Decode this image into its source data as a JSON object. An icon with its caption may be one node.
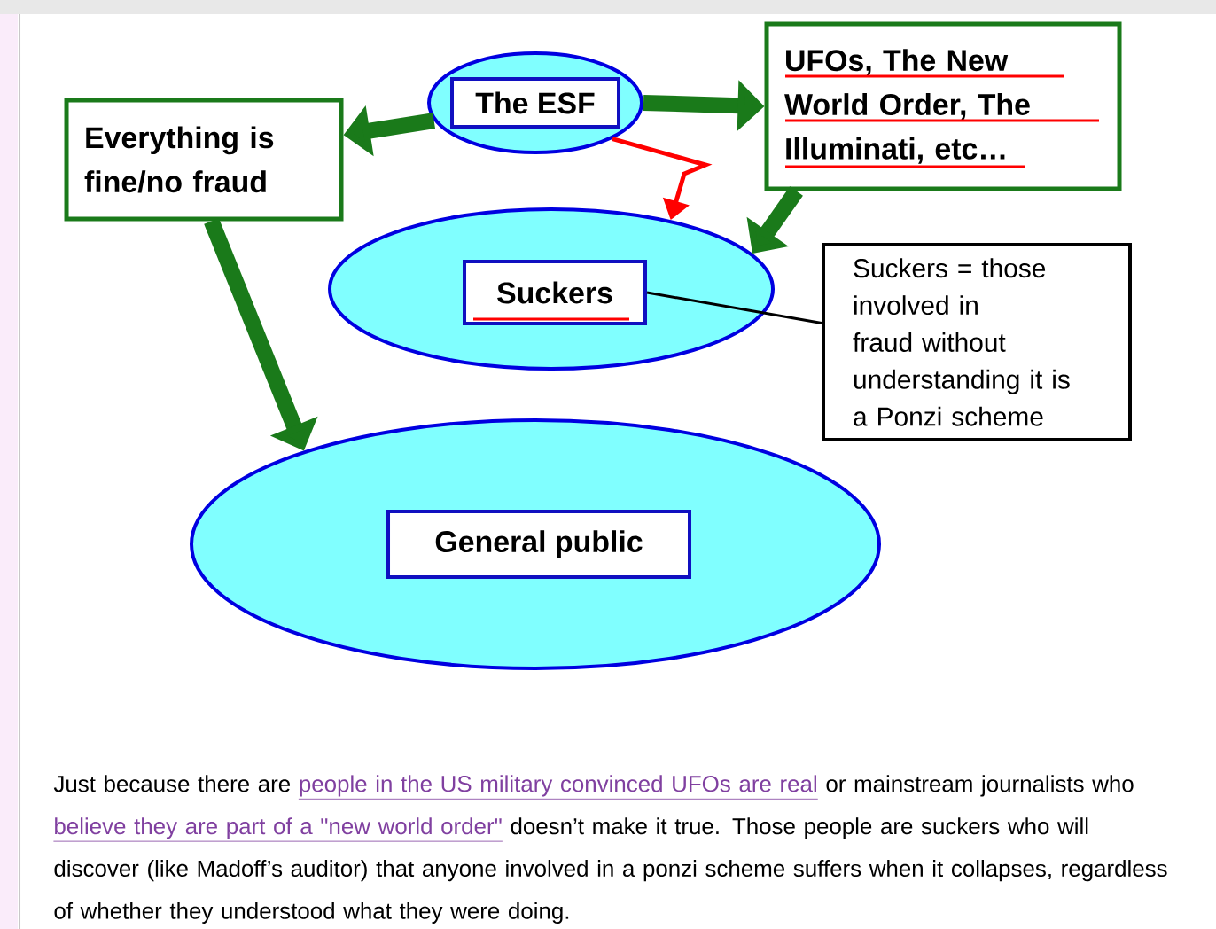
{
  "diagram": {
    "nodes": [
      {
        "text": [],
        "shape": "ellipse"
      },
      {
        "text": [
          "The ESF"
        ],
        "in": 0
      },
      {
        "text": [
          "Everything is fine/no fraud"
        ]
      },
      {
        "text": [
          "UFOs, The New World Order, The Illuminati, etc…"
        ]
      },
      {
        "text": [],
        "shape": "ellipse"
      },
      {
        "text": [
          "Suckers"
        ],
        "in": 4
      },
      {
        "text": [
          "Suckers = those involved in fraud without understanding it is a Ponzi scheme"
        ]
      },
      {
        "text": [],
        "shape": "ellipse"
      },
      {
        "text": [
          "General public"
        ],
        "in": 7
      }
    ],
    "edges": [
      {
        "from": 0,
        "to": 2,
        "arrow": "to"
      },
      {
        "from": 0,
        "to": 3,
        "arrow": "to"
      },
      {
        "from": 0,
        "to": 4,
        "arrow": "to",
        "color": "#ff0000"
      },
      {
        "from": 3,
        "to": 4,
        "arrow": "to"
      },
      {
        "from": 2,
        "to": 7,
        "arrow": "to"
      },
      {
        "from": 5,
        "to": 6,
        "arrow": "none",
        "color": "#000000"
      }
    ],
    "labels": [
      "Just because there are",
      "people in the US military convinced UFOs are real",
      "or mainstream journalists who",
      "believe they are part of a \"new world order\"",
      "doesn’t make it true.  Those people are suckers who will discover (like Madoff’s auditor) that anyone involved in a ponzi scheme suffers when it collapses, regardless of whether they understood what they were doing."
    ]
  }
}
